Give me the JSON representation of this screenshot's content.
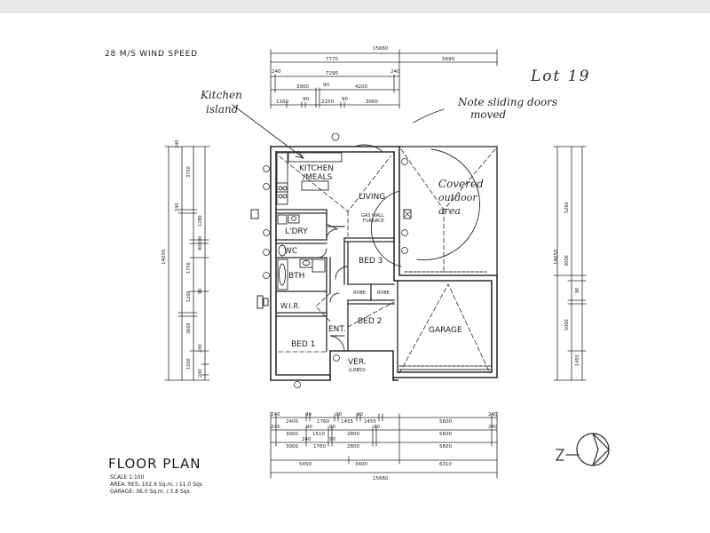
{
  "header": {
    "wind_speed": "28 M/S WIND SPEED",
    "lot": "Lot 19"
  },
  "notes": {
    "kitchen_island_line1": "Kitchen",
    "kitchen_island_line2": "island",
    "sliding_line1": "Note sliding doors",
    "sliding_line2": "moved",
    "covered_line1": "Covered",
    "covered_line2": "outdoor",
    "covered_line3": "area"
  },
  "rooms": {
    "kitchen_line1": "KITCHEN",
    "kitchen_line2": "/MEALS",
    "living": "LIVING",
    "gas_heater_line1": "GAS WALL",
    "gas_heater_line2": "FURNACE",
    "laundry": "L'DRY",
    "wc": "WC",
    "bed3": "BED 3",
    "bath": "BTH",
    "wir": "W.I.R.",
    "robe1": "ROBE",
    "robe2": "ROBE",
    "entry": "ENT.",
    "bed2": "BED 2",
    "garage": "GARAGE",
    "bed1": "BED 1",
    "verandah_line1": "VER.",
    "verandah_line2": "(LINED)"
  },
  "dimensions": {
    "top_overall": "15660",
    "top_row1": [
      "7770",
      "5890"
    ],
    "top_row2": [
      "240",
      "7290",
      "240"
    ],
    "top_row3": [
      "3000",
      "90",
      "4200"
    ],
    "top_row4": [
      "1160",
      "90",
      "2150",
      "90",
      "3000"
    ],
    "bottom_row1": [
      "240",
      "2400",
      "90",
      "1760",
      "90",
      "1455",
      "90",
      "1455",
      "5600",
      "240"
    ],
    "bottom_row2": [
      "240",
      "3000",
      "90",
      "1510",
      "90",
      "2800",
      "90",
      "5600",
      "240"
    ],
    "bottom_row3": [
      "3000",
      "240",
      "1760",
      "90",
      "2800",
      "5600"
    ],
    "bottom_row4": [
      "5450",
      "3400",
      "6310"
    ],
    "bottom_overall": "15660",
    "left_overall": "14650",
    "right_overall": "14650",
    "left_marks": [
      "240",
      "3750",
      "240",
      "1280",
      "90",
      "900",
      "1750",
      "90",
      "1200",
      "3600",
      "240",
      "1500",
      "240"
    ],
    "right_marks": [
      "5260",
      "3000",
      "90",
      "5000",
      "1450"
    ]
  },
  "footer": {
    "title": "FLOOR PLAN",
    "scale": "SCALE 1:100",
    "area_line1": "AREA: RES: 102.9 Sq.m. / 11.0 Sqs",
    "area_line2": "GARAGE: 36.0 Sq.m. / 3.8 Sqs"
  }
}
